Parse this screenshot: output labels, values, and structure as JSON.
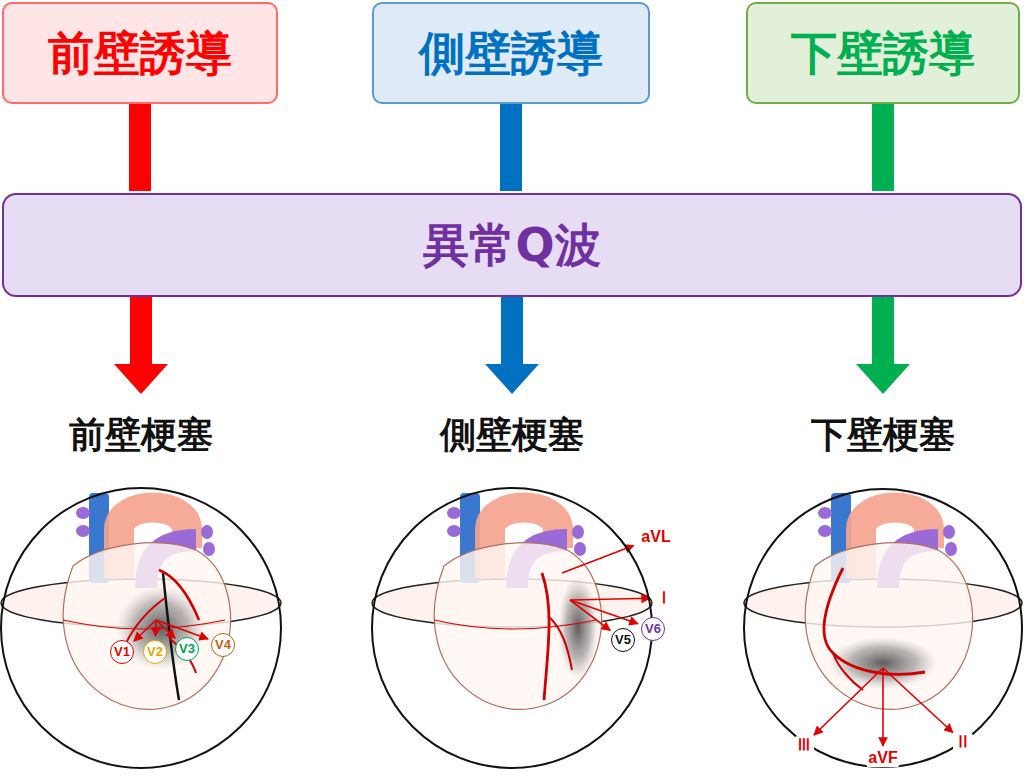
{
  "diagram": {
    "nodes": [
      {
        "text": [
          "前壁誘導"
        ]
      },
      {
        "text": [
          "側壁誘導"
        ]
      },
      {
        "text": [
          "下壁誘導"
        ]
      },
      {
        "text": [
          "異常Q波"
        ]
      },
      {
        "text": [
          "前壁梗塞"
        ]
      },
      {
        "text": [
          "側壁梗塞"
        ]
      },
      {
        "text": [
          "下壁梗塞"
        ]
      }
    ],
    "edges": [
      {
        "from": 0,
        "to": 3,
        "arrow": "none"
      },
      {
        "from": 1,
        "to": 3,
        "arrow": "none"
      },
      {
        "from": 2,
        "to": 3,
        "arrow": "none"
      },
      {
        "from": 3,
        "to": 4,
        "arrow": "to"
      },
      {
        "from": 3,
        "to": 5,
        "arrow": "to"
      },
      {
        "from": 3,
        "to": 6,
        "arrow": "to"
      }
    ],
    "labels": [
      "V1",
      "V2",
      "V3",
      "V4",
      "aVL",
      "Ⅰ",
      "V5",
      "V6",
      "Ⅲ",
      "aVF",
      "Ⅱ"
    ]
  }
}
